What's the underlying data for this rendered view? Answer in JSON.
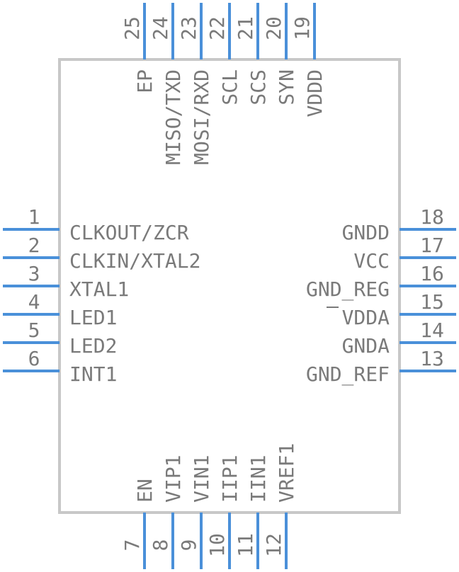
{
  "colors": {
    "pin": "#4a90d9",
    "body_stroke": "#c8c8c8",
    "text": "#7a7a7a"
  },
  "pins": {
    "left": [
      {
        "num": "1",
        "label": "CLKOUT/ZCR"
      },
      {
        "num": "2",
        "label": "CLKIN/XTAL2"
      },
      {
        "num": "3",
        "label": "XTAL1"
      },
      {
        "num": "4",
        "label": "LED1"
      },
      {
        "num": "5",
        "label": "LED2"
      },
      {
        "num": "6",
        "label": "INT1"
      }
    ],
    "bottom": [
      {
        "num": "7",
        "label": "EN"
      },
      {
        "num": "8",
        "label": "VIP1"
      },
      {
        "num": "9",
        "label": "VIN1"
      },
      {
        "num": "10",
        "label": "IIP1"
      },
      {
        "num": "11",
        "label": "IIN1"
      },
      {
        "num": "12",
        "label": "VREF1"
      }
    ],
    "right": [
      {
        "num": "13",
        "label": "GND_REF"
      },
      {
        "num": "14",
        "label": "GNDA"
      },
      {
        "num": "15",
        "label": "VDDA"
      },
      {
        "num": "16",
        "label": "GND_REG"
      },
      {
        "num": "17",
        "label": "VCC"
      },
      {
        "num": "18",
        "label": "GNDD"
      }
    ],
    "top": [
      {
        "num": "19",
        "label": "VDDD"
      },
      {
        "num": "20",
        "label": "SYN"
      },
      {
        "num": "21",
        "label": "SCS"
      },
      {
        "num": "22",
        "label": "SCL"
      },
      {
        "num": "23",
        "label": "MOSI/RXD"
      },
      {
        "num": "24",
        "label": "MISO/TXD"
      },
      {
        "num": "25",
        "label": "EP"
      }
    ]
  }
}
